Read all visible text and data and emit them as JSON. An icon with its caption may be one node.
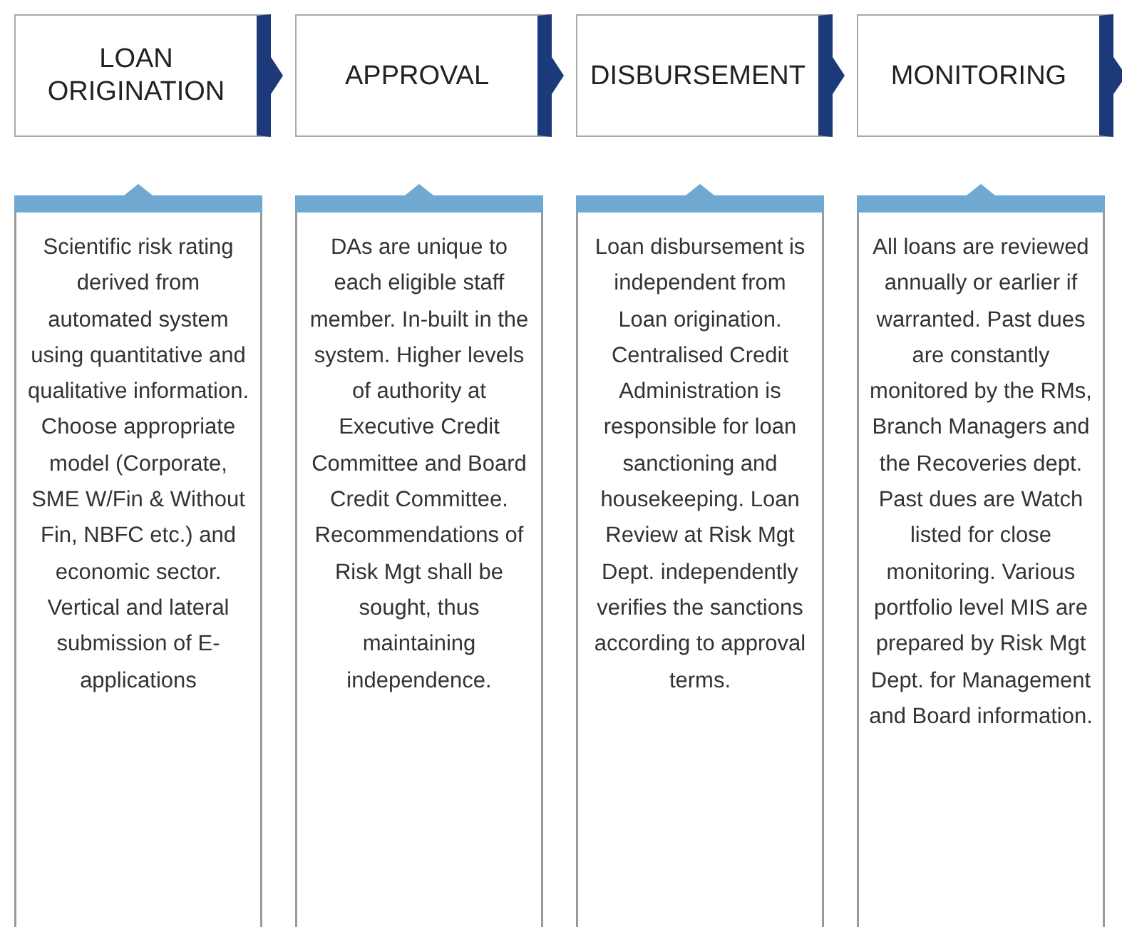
{
  "diagram": {
    "nodes": [
      {
        "text": [
          "LOAN ORIGINATION"
        ]
      },
      {
        "text": [
          "APPROVAL"
        ]
      },
      {
        "text": [
          "DISBURSEMENT"
        ]
      },
      {
        "text": [
          "MONITORING"
        ]
      },
      {
        "text": [
          "Scientific risk rating derived from automated system using quantitative and qualitative information. Choose appropriate model (Corporate, SME  W/Fin & Without Fin, NBFC etc.) and economic sector. Vertical and lateral submission of E-applications"
        ]
      },
      {
        "text": [
          "DAs are unique to each eligible staff member. In-built in the system. Higher levels of authority at Executive Credit Committee and Board Credit Committee. Recommendations of Risk Mgt shall be sought, thus maintaining independence."
        ]
      },
      {
        "text": [
          "Loan disbursement is independent from Loan origination. Centralised Credit Administration is responsible for loan sanctioning and housekeeping. Loan Review at Risk Mgt Dept. independently verifies the sanctions according to approval terms."
        ]
      },
      {
        "text": [
          "All loans are reviewed annually or earlier if warranted. Past dues are constantly monitored by the RMs, Branch Managers and the Recoveries dept. Past dues are Watch listed for close monitoring. Various portfolio level MIS are prepared by Risk Mgt Dept. for Management and Board information."
        ]
      }
    ],
    "edges": [
      {
        "from": 0,
        "to": 1,
        "arrow": "to"
      },
      {
        "from": 1,
        "to": 2,
        "arrow": "to"
      },
      {
        "from": 2,
        "to": 3,
        "arrow": "to"
      },
      {
        "from": 3,
        "to": null,
        "arrow": "to"
      }
    ]
  }
}
